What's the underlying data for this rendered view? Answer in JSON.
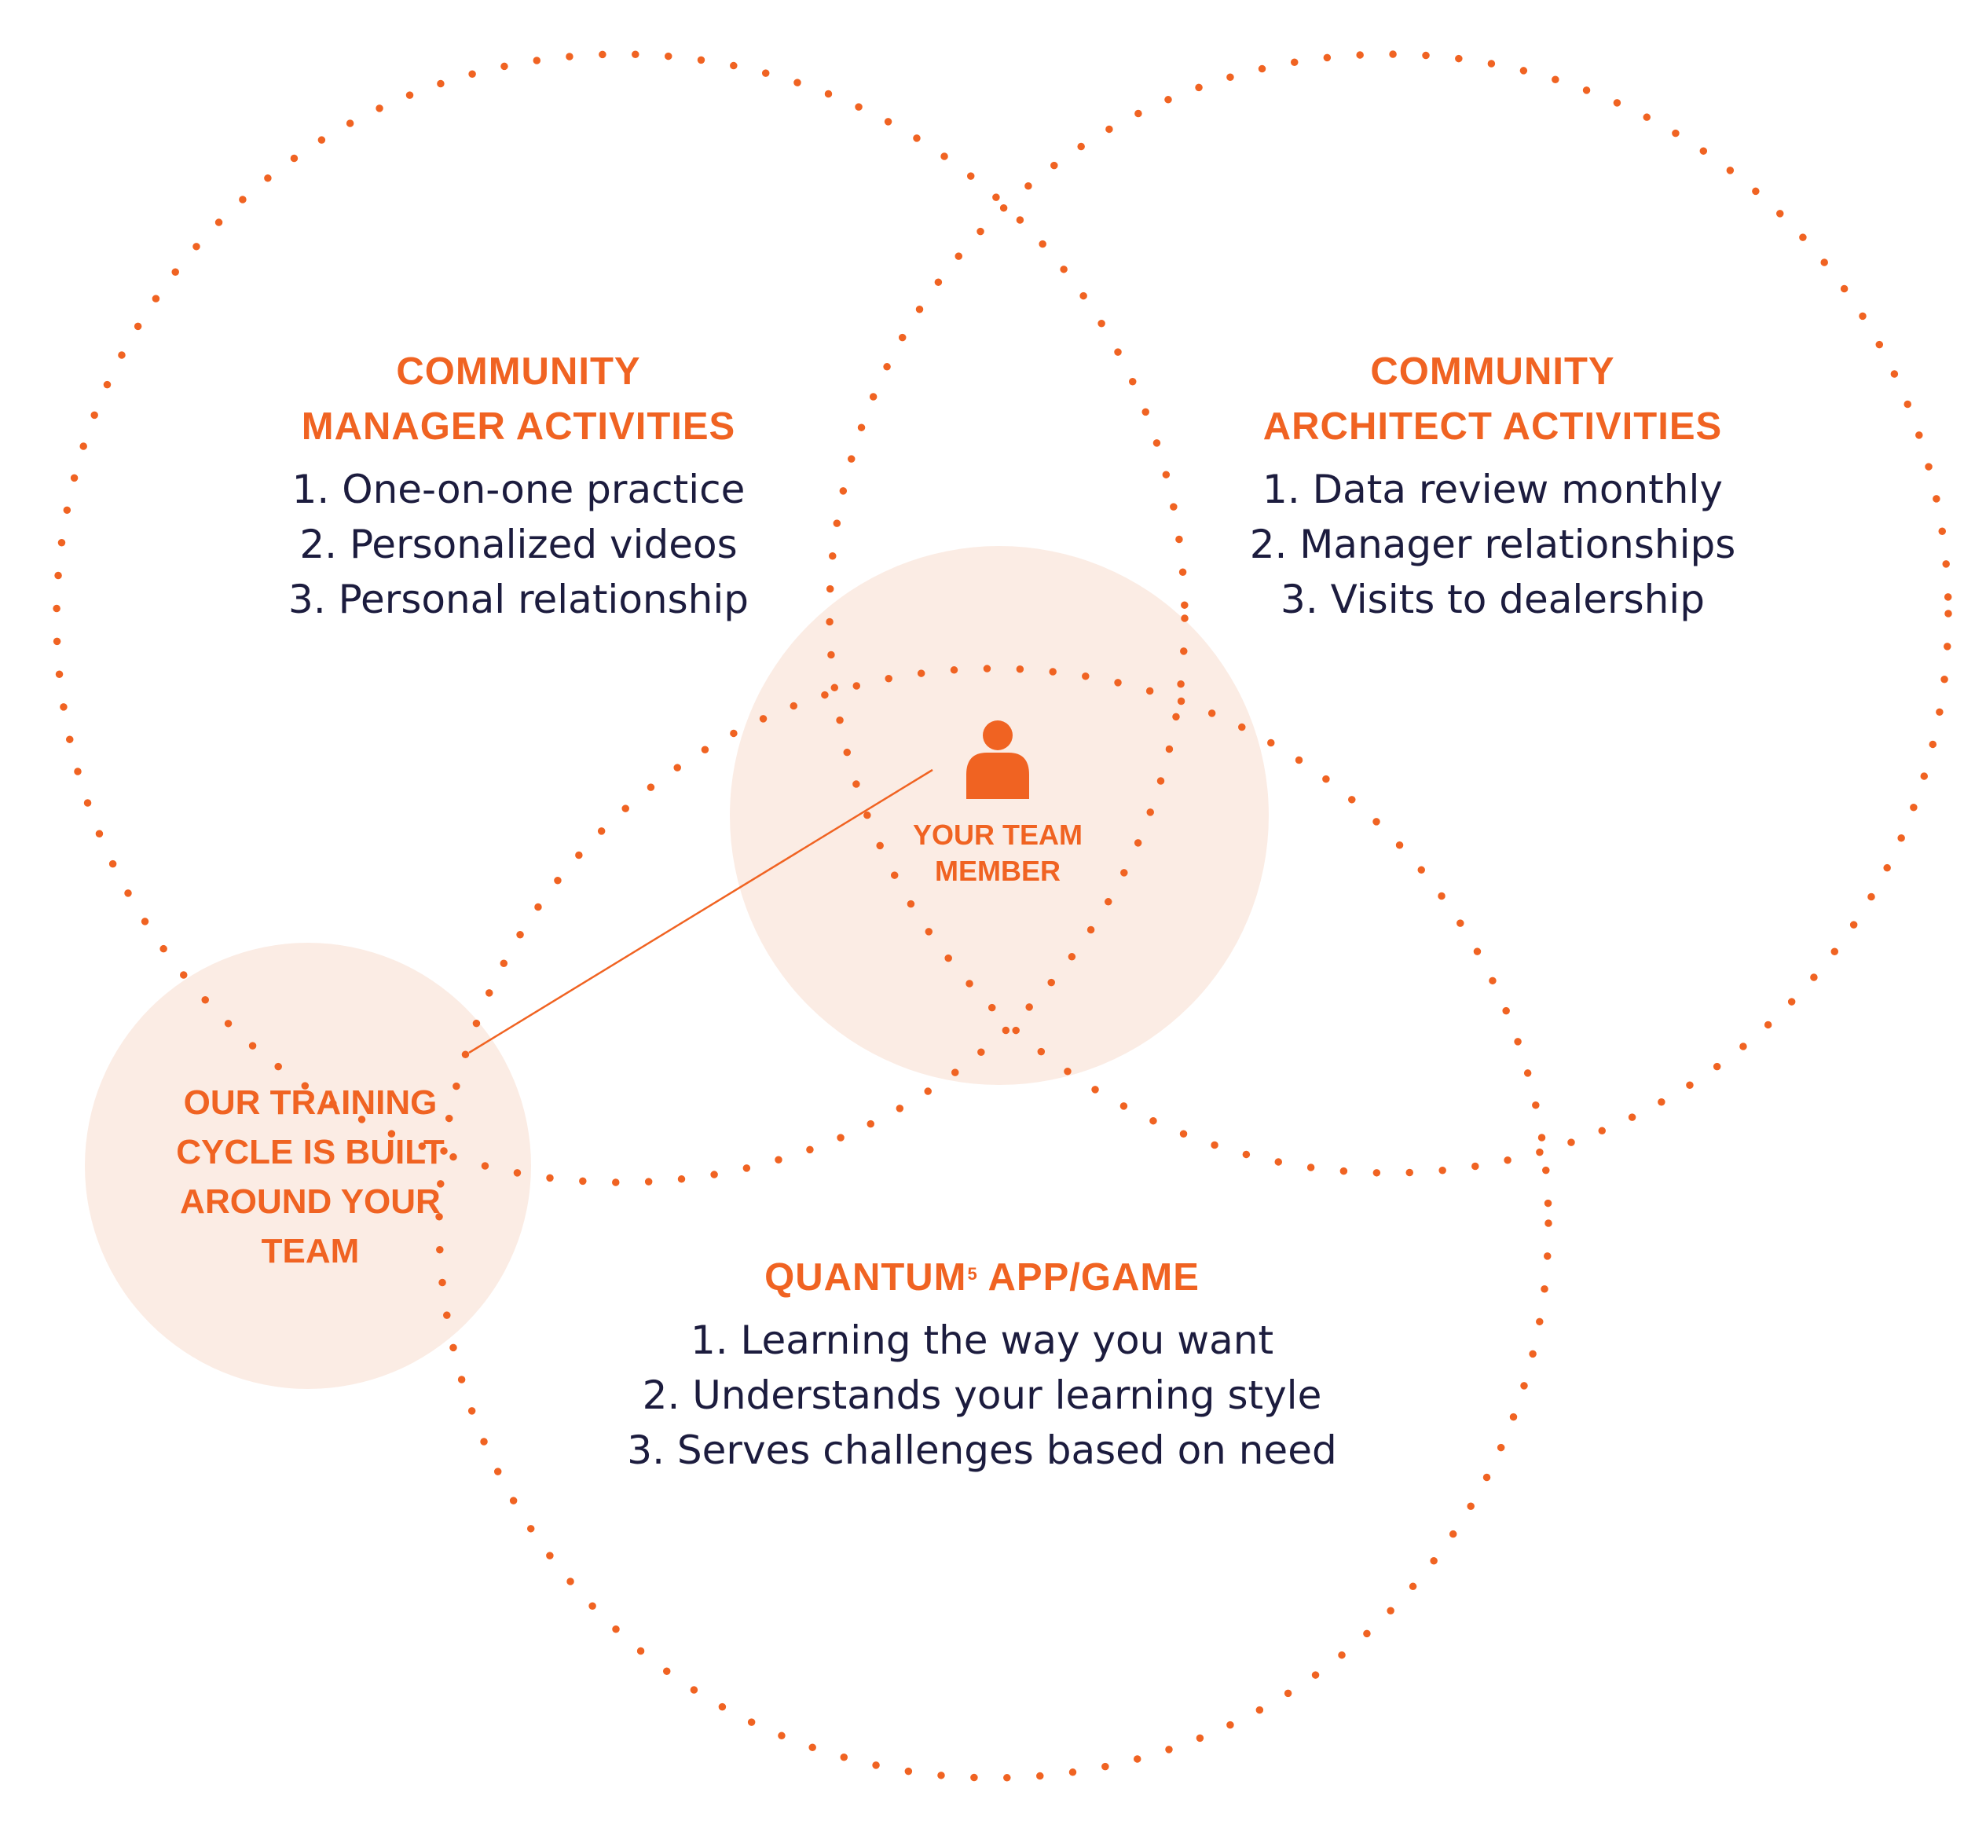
{
  "colors": {
    "accent": "#f06322",
    "pale_fill": "#fbece4",
    "body_text": "#1c1c3e",
    "background": "#ffffff"
  },
  "circles": {
    "manager": {
      "heading_lines": [
        "COMMUNITY",
        "MANAGER ACTIVITIES"
      ],
      "items": [
        "1. One-on-one practice",
        "2. Personalized videos",
        "3. Personal relationship"
      ]
    },
    "architect": {
      "heading_lines": [
        "COMMUNITY",
        "ARCHITECT ACTIVITIES"
      ],
      "items": [
        "1. Data review monthly",
        "2. Manager relationships",
        "3. Visits to dealership"
      ]
    },
    "app": {
      "heading_main": "QUANTUM",
      "heading_sup": "5",
      "heading_rest": " APP/GAME",
      "items": [
        "1. Learning the way you want",
        "2. Understands your learning style",
        "3. Serves challenges based on need"
      ]
    }
  },
  "center": {
    "icon": "person-icon",
    "label_lines": [
      "YOUR TEAM",
      "MEMBER"
    ]
  },
  "side_note": {
    "label_lines": [
      "OUR TRAINING",
      "CYCLE IS BUILT",
      "AROUND YOUR",
      "TEAM"
    ]
  }
}
